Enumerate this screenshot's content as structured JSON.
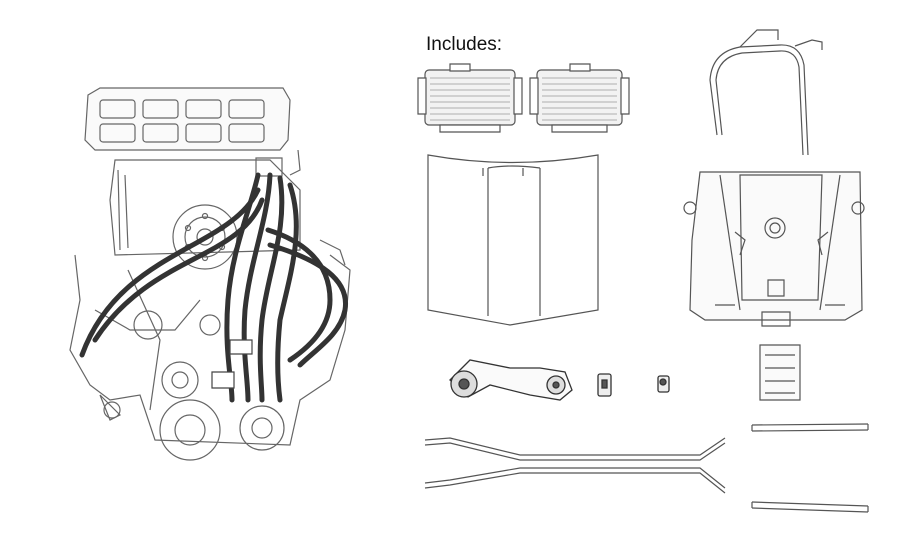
{
  "heading": "Includes:",
  "colors": {
    "line": "#555555",
    "wire": "#333333",
    "background": "#ffffff",
    "fill": "#f2f2f2"
  },
  "parts": [
    {
      "name": "engine-illustration"
    },
    {
      "name": "radiator-left"
    },
    {
      "name": "radiator-right"
    },
    {
      "name": "hood-panel"
    },
    {
      "name": "roll-bar"
    },
    {
      "name": "chassis-frame"
    },
    {
      "name": "pulley-bracket"
    },
    {
      "name": "small-clip"
    },
    {
      "name": "small-connector"
    },
    {
      "name": "small-box-part"
    },
    {
      "name": "long-rail-upper"
    },
    {
      "name": "long-rail-lower"
    },
    {
      "name": "short-rail-upper"
    },
    {
      "name": "short-rail-lower"
    }
  ]
}
